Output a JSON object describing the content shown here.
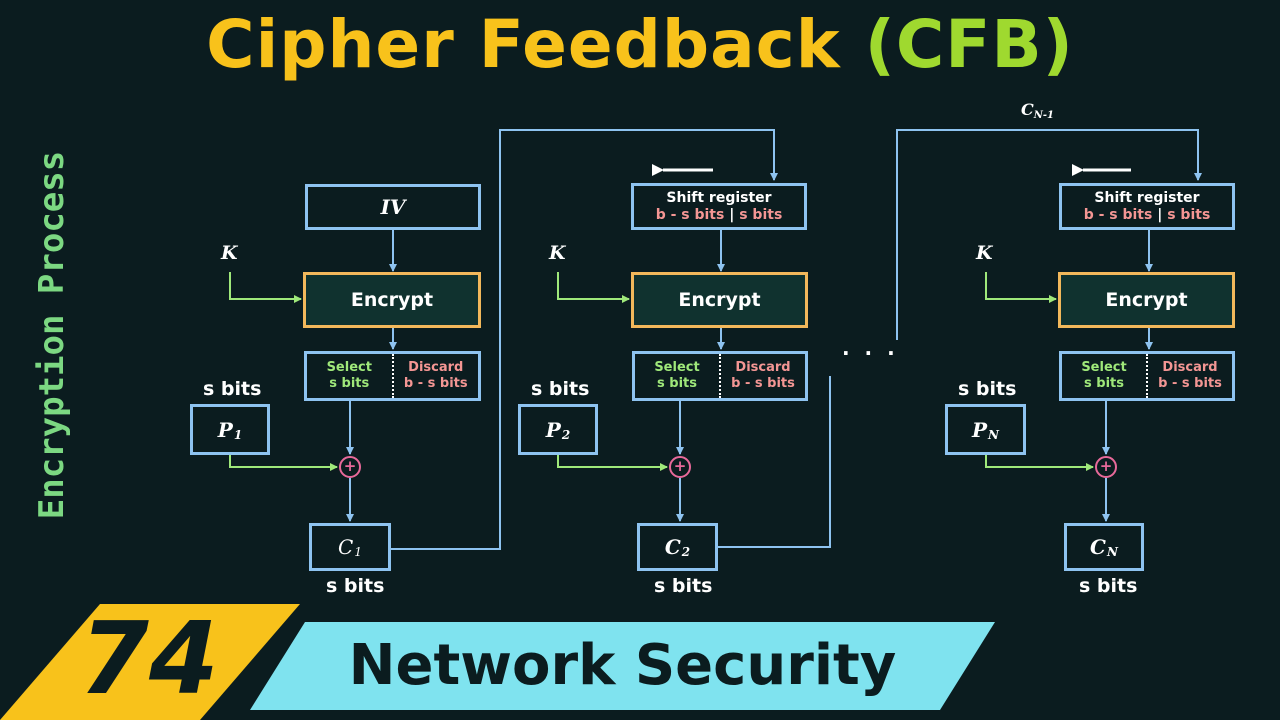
{
  "title": {
    "part1": "Cipher Feedback",
    "part2": "(CFB)"
  },
  "side_label": "Encryption Process",
  "episode": {
    "number": "74",
    "series": "Network Security"
  },
  "labels": {
    "iv": "IV",
    "key": "K",
    "encrypt": "Encrypt",
    "shift_register": "Shift register",
    "shift_left": "b - s bits",
    "shift_sep": " | ",
    "shift_right": "s bits",
    "select_line1": "Select",
    "select_line2": "s bits",
    "discard_line1": "Discard",
    "discard_line2": "b - s bits",
    "s_bits": "s bits",
    "xor_symbol": "+",
    "ellipsis": ". . .",
    "c_prev_main": "C",
    "c_prev_sub": "N-1"
  },
  "stages": [
    {
      "p_main": "P",
      "p_sub": "1",
      "c_main": "C",
      "c_sub": "1"
    },
    {
      "p_main": "P",
      "p_sub": "2",
      "c_main": "C",
      "c_sub": "2"
    },
    {
      "p_main": "P",
      "p_sub": "N",
      "c_main": "C",
      "c_sub": "N"
    }
  ],
  "colors": {
    "title_yellow": "#f8c21b",
    "title_green": "#9fd92f",
    "box_border": "#8ec3f0",
    "encrypt_border": "#f2b85b",
    "key_line": "#9fe87a",
    "xor_pink": "#e8699a",
    "discard_text": "#f49694",
    "banner_cyan": "#7fe3ef",
    "background": "#0b1c1f"
  }
}
